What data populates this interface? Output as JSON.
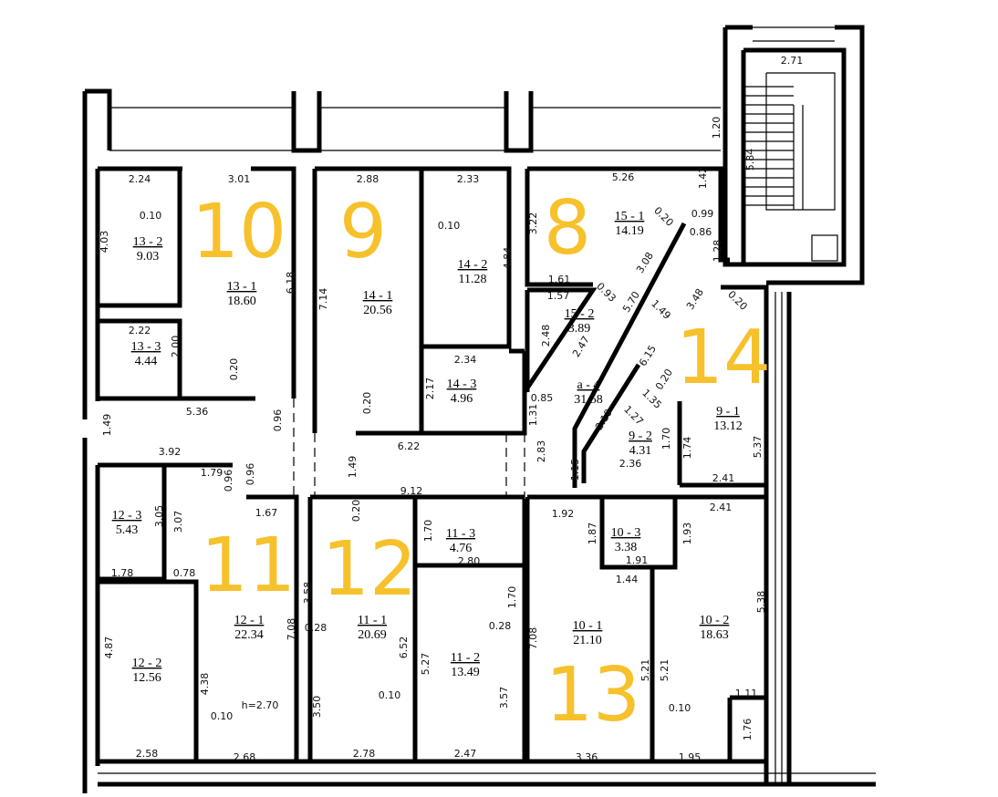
{
  "colors": {
    "unit_number": "#f7c12c",
    "wall": "#000000"
  },
  "units": [
    "10",
    "9",
    "8",
    "14",
    "11",
    "12",
    "13"
  ],
  "rooms": [
    {
      "id": "13 - 2",
      "area": "9.03"
    },
    {
      "id": "13 - 1",
      "area": "18.60"
    },
    {
      "id": "13 - 3",
      "area": "4.44"
    },
    {
      "id": "14 - 1",
      "area": "20.56"
    },
    {
      "id": "14 - 2",
      "area": "11.28"
    },
    {
      "id": "14 - 3",
      "area": "4.96"
    },
    {
      "id": "15 - 1",
      "area": "14.19"
    },
    {
      "id": "15 - 2",
      "area": "3.89"
    },
    {
      "id": "a - 4",
      "area": "31.58"
    },
    {
      "id": "9 - 1",
      "area": "13.12"
    },
    {
      "id": "9 - 2",
      "area": "4.31"
    },
    {
      "id": "12 - 3",
      "area": "5.43"
    },
    {
      "id": "12 - 2",
      "area": "12.56"
    },
    {
      "id": "12 - 1",
      "area": "22.34"
    },
    {
      "id": "11 - 1",
      "area": "20.69"
    },
    {
      "id": "11 - 3",
      "area": "4.76"
    },
    {
      "id": "11 - 2",
      "area": "13.49"
    },
    {
      "id": "10 - 3",
      "area": "3.38"
    },
    {
      "id": "10 - 1",
      "area": "21.10"
    },
    {
      "id": "10 - 2",
      "area": "18.63"
    }
  ],
  "dimensions": [
    "2.71",
    "1.20",
    "5.84",
    "2.24",
    "4.03",
    "0.10",
    "3.01",
    "6.18",
    "2.22",
    "2.00",
    "0.20",
    "5.36",
    "0.96",
    "1.49",
    "2.88",
    "7.14",
    "0.10",
    "2.33",
    "4.84",
    "2.34",
    "2.17",
    "0.20",
    "6.22",
    "5.26",
    "1.42",
    "3.22",
    "0.20",
    "0.99",
    "0.86",
    "1.28",
    "3.08",
    "1.61",
    "0.93",
    "1.57",
    "5.70",
    "1.49",
    "0.20",
    "2.48",
    "2.47",
    "6.15",
    "3.48",
    "0.85",
    "1.31",
    "1.35",
    "1.27",
    "0.20",
    "5.37",
    "2.19",
    "1.70",
    "1.74",
    "2.83",
    "1.15",
    "2.36",
    "2.41",
    "3.92",
    "1.79",
    "0.96",
    "0.96",
    "1.67",
    "3.05",
    "3.07",
    "1.78",
    "0.78",
    "4.87",
    "4.38",
    "0.10",
    "h=2.70",
    "7.08",
    "2.58",
    "2.68",
    "1.49",
    "9.12",
    "0.20",
    "3.58",
    "0.28",
    "6.52",
    "0.10",
    "3.50",
    "2.78",
    "1.70",
    "2.80",
    "1.70",
    "0.28",
    "5.27",
    "3.57",
    "2.47",
    "1.92",
    "1.87",
    "1.91",
    "1.44",
    "1.93",
    "2.41",
    "5.38",
    "7.08",
    "5.21",
    "5.21",
    "0.10",
    "1.11",
    "1.76",
    "3.36",
    "1.95"
  ]
}
